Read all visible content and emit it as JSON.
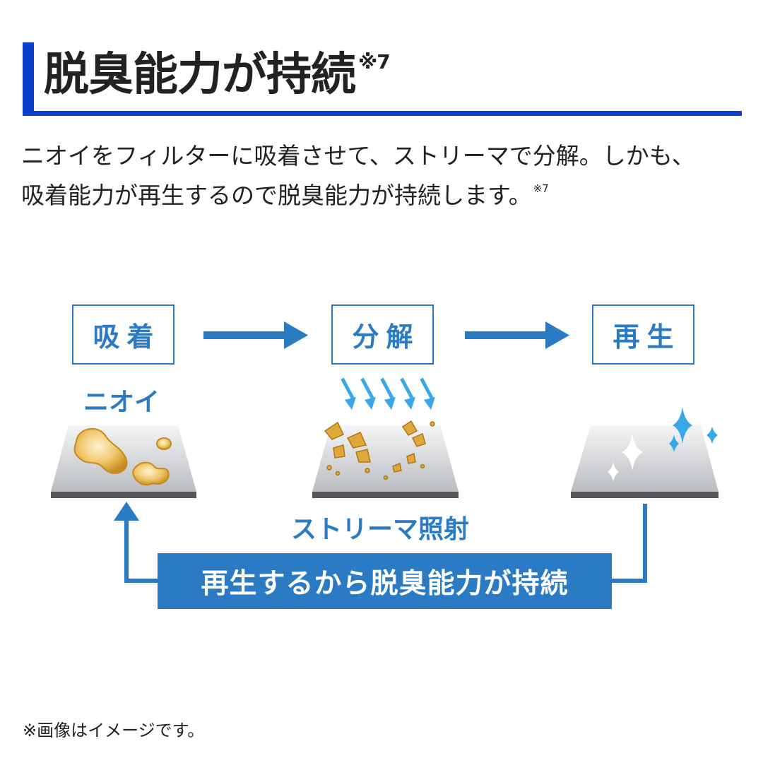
{
  "heading": {
    "title": "脱臭能力が持続",
    "note_mark": "※7"
  },
  "description": {
    "line1": "ニオイをフィルターに吸着させて、ストリーマで分解。しかも、",
    "line2": "吸着能力が再生するので脱臭能力が持続します。",
    "line2_note": "※7"
  },
  "steps": [
    {
      "label": "吸着"
    },
    {
      "label": "分解"
    },
    {
      "label": "再生"
    }
  ],
  "labels": {
    "odor": "ニオイ",
    "streamer": "ストリーマ照射"
  },
  "banner": {
    "text": "再生するから脱臭能力が持続"
  },
  "footnote": "※画像はイメージです。",
  "colors": {
    "heading_accent": "#0b3fcc",
    "diagram_blue": "#2b7bc4",
    "odor_gold": "#d9a23a",
    "sparkle_blue": "#3aa8e6",
    "plate_gray": "#cfd2d6",
    "plate_edge": "#555555"
  },
  "icons": [
    "right-arrow-icon",
    "downward-rays-icon",
    "sparkle-icon",
    "loop-arrow-icon"
  ]
}
